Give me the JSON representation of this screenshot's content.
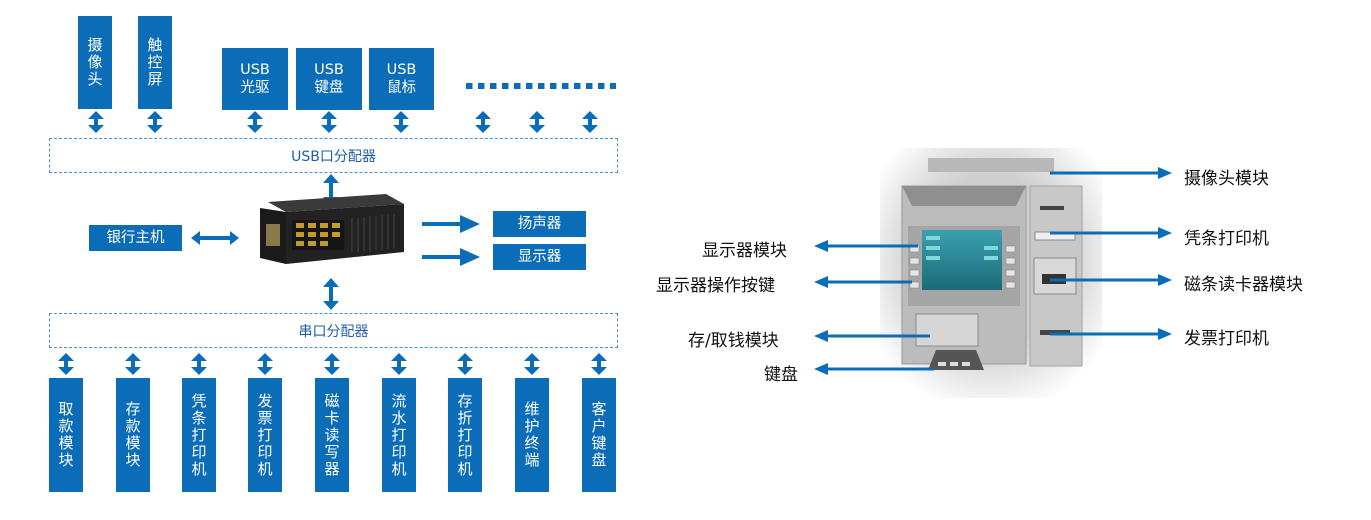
{
  "usb_top": {
    "camera": "摄像头",
    "touchscreen": "触控屏",
    "usb_optical": "USB光驱",
    "usb_keyboard": "USB键盘",
    "usb_mouse": "USB鼠标"
  },
  "usb_hub": "USB口分配器",
  "bank_host": "银行主机",
  "speaker": "扬声器",
  "display": "显示器",
  "serial_hub": "串口分配器",
  "serial_modules": [
    "取款模块",
    "存款模块",
    "凭条打印机",
    "发票打印机",
    "磁卡读写器",
    "流水打印机",
    "存折打印机",
    "维护终端",
    "客户键盘"
  ],
  "atm_left": {
    "display_module": "显示器模块",
    "display_buttons": "显示器操作按键",
    "cash_module": "存/取钱模块",
    "keyboard": "键盘"
  },
  "atm_right": {
    "camera_module": "摄像头模块",
    "receipt_printer": "凭条打印机",
    "card_reader": "磁条读卡器模块",
    "invoice_printer": "发票打印机"
  },
  "colors": {
    "accent": "#0b6db8"
  }
}
